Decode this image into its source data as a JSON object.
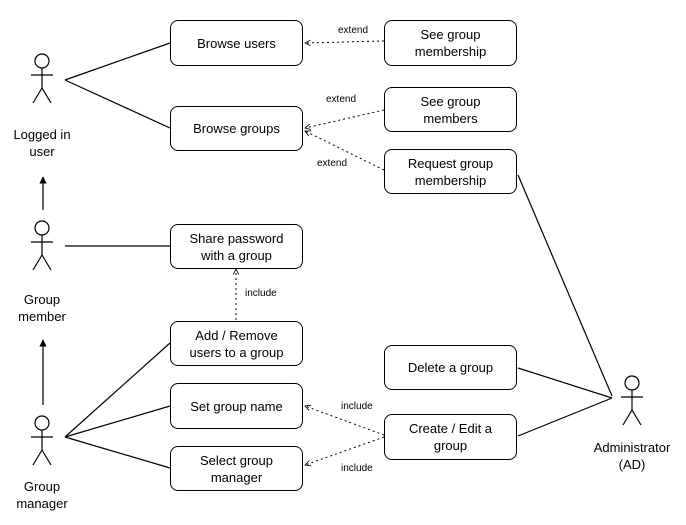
{
  "actors": {
    "logged_in_user": "Logged in\nuser",
    "group_member": "Group\nmember",
    "group_manager": "Group\nmanager",
    "administrator": "Administrator\n(AD)"
  },
  "use_cases": {
    "browse_users": "Browse users",
    "browse_groups": "Browse groups",
    "see_group_membership": "See group\nmembership",
    "see_group_members": "See group\nmembers",
    "request_group_membership": "Request group\nmembership",
    "share_password": "Share password\nwith a group",
    "add_remove_users": "Add / Remove\nusers to a group",
    "set_group_name": "Set group name",
    "select_group_manager": "Select group\nmanager",
    "delete_group": "Delete a group",
    "create_edit_group": "Create / Edit a\ngroup"
  },
  "relations": {
    "extend_1": "extend",
    "extend_2": "extend",
    "extend_3": "extend",
    "include_1": "include",
    "include_2": "include",
    "include_3": "include"
  }
}
